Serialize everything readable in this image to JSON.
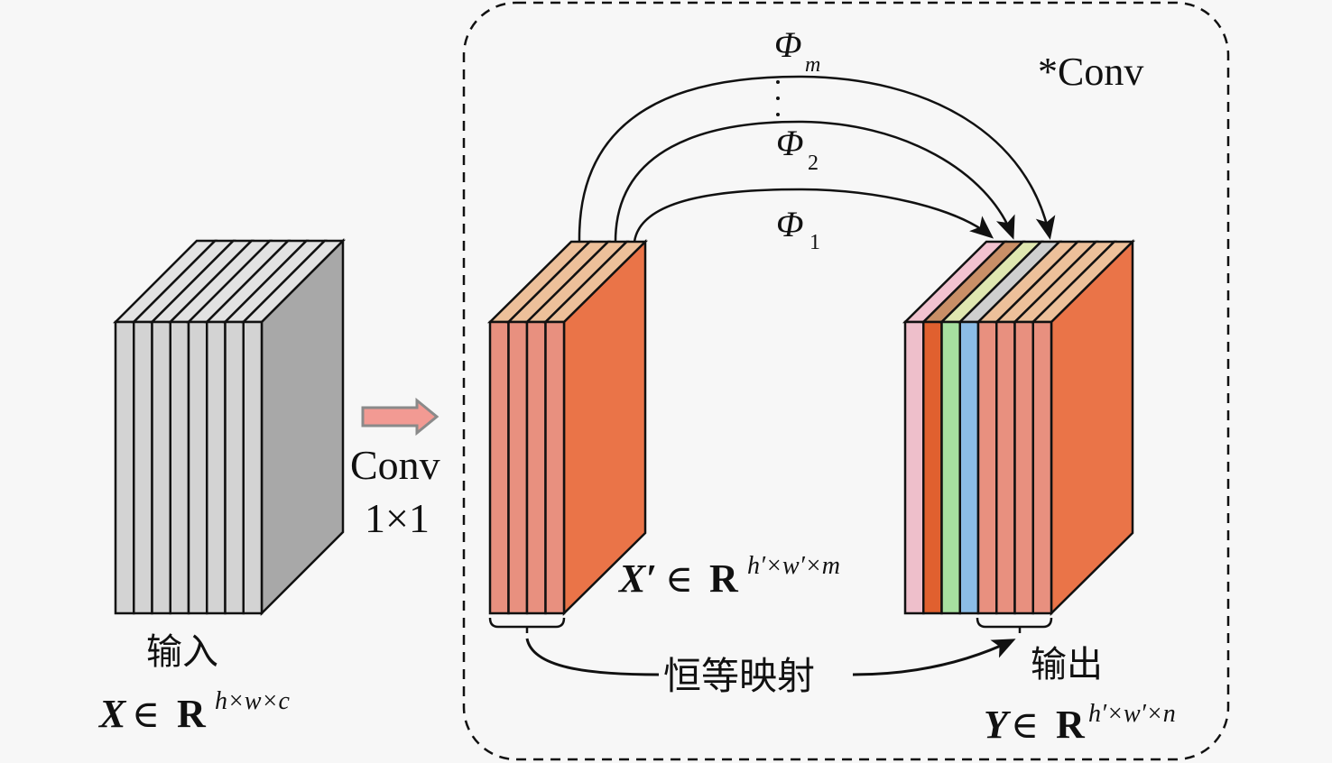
{
  "input": {
    "label_cn": "输入",
    "math_var": "X",
    "math_in": "∈",
    "math_set": "R",
    "math_dims": "h×w×c",
    "slab_count": 8,
    "colors": {
      "front": "#d3d3d3",
      "top": "#e2e2e2",
      "side": "#a8a8a8"
    }
  },
  "conv1x1": {
    "label_line1": "Conv",
    "label_line2": "1×1",
    "arrow_colors": {
      "fill": "#f29a93",
      "stroke": "#8a8a8a"
    }
  },
  "intermediate": {
    "math_var": "X′",
    "math_in": "∈",
    "math_set": "R",
    "math_dims": "h′×w′×m",
    "slab_count": 4,
    "colors": {
      "front": "#e8907f",
      "top": "#edc09a",
      "side": "#ea7448"
    }
  },
  "cheap_ops": {
    "frame_label": "*Conv",
    "ops": [
      {
        "symbol": "Φ",
        "sub": "1"
      },
      {
        "symbol": "Φ",
        "sub": "2"
      },
      {
        "symbol": "Φ",
        "sub": "m"
      }
    ],
    "ellipsis": "⋮"
  },
  "identity": {
    "label": "恒等映射"
  },
  "output": {
    "label_cn": "输出",
    "math_var": "Y",
    "math_in": "∈",
    "math_set": "R",
    "math_dims": "h′×w′×n",
    "slabs": [
      {
        "front": "#eebfcb",
        "top": "#f2c2cf"
      },
      {
        "front": "#e0602f",
        "top": "#c98f67"
      },
      {
        "front": "#a7e0a0",
        "top": "#dfe7b0"
      },
      {
        "front": "#8cbde6",
        "top": "#cfcfcf"
      },
      {
        "front": "#e8907f",
        "top": "#edc09a"
      },
      {
        "front": "#e8907f",
        "top": "#edc09a"
      },
      {
        "front": "#e8907f",
        "top": "#edc09a"
      },
      {
        "front": "#e8907f",
        "top": "#edc09a"
      }
    ],
    "side_color": "#ea7448"
  }
}
